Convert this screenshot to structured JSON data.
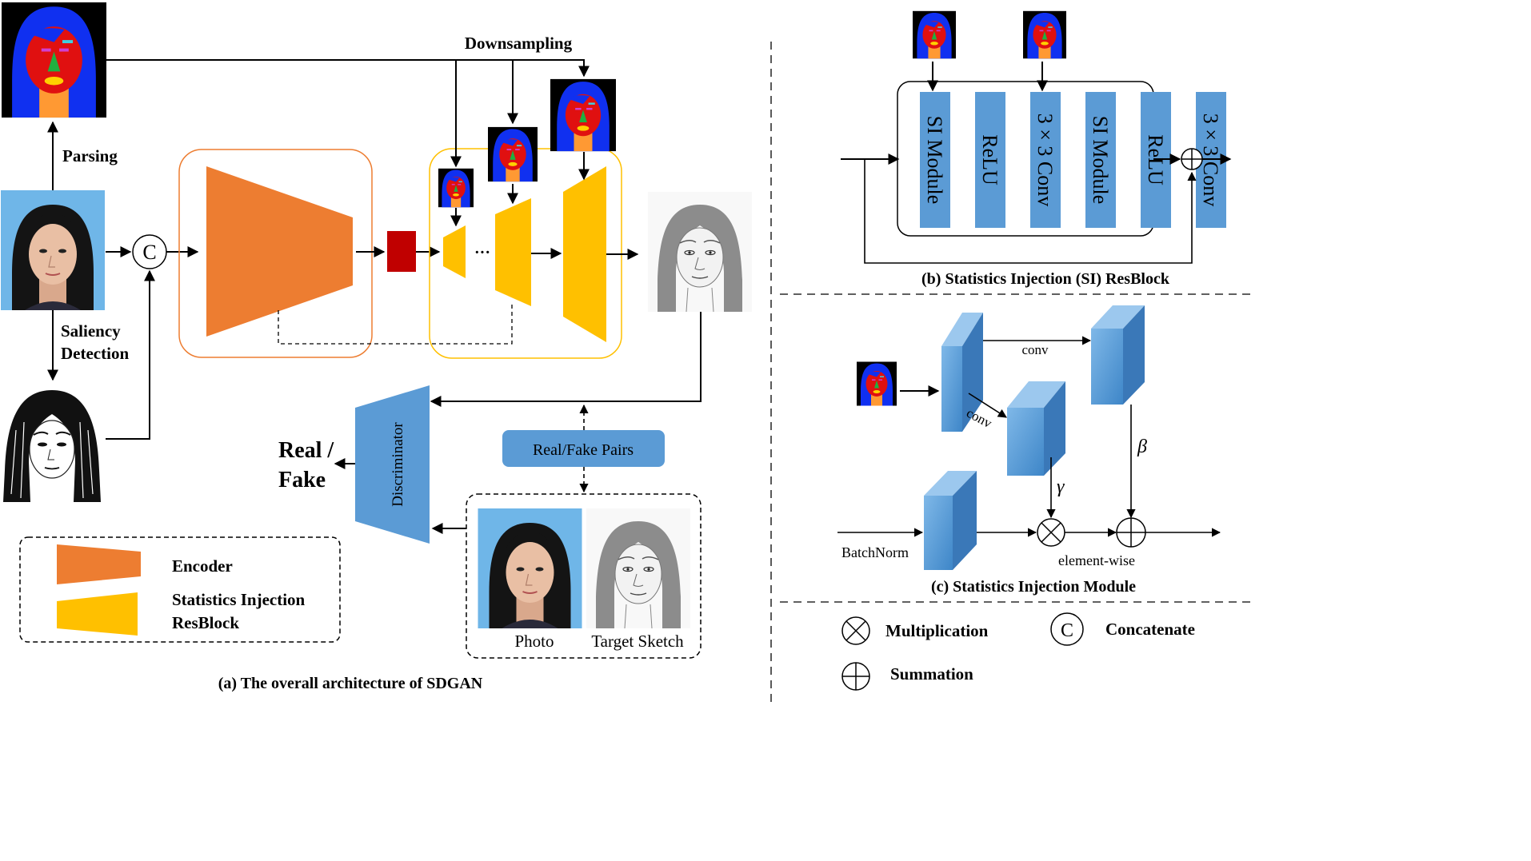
{
  "panel_a": {
    "caption": "(a) The overall architecture of SDGAN",
    "downsampling_label": "Downsampling",
    "parsing_label": "Parsing",
    "saliency_label_line1": "Saliency",
    "saliency_label_line2": "Detection",
    "concat_symbol": "C",
    "ellipsis": "···",
    "discriminator_label": "Discriminator",
    "real_fake_line1": "Real /",
    "real_fake_line2": "Fake",
    "pairs_label": "Real/Fake Pairs",
    "photo_label": "Photo",
    "target_sketch_label": "Target Sketch",
    "legend": {
      "encoder": "Encoder",
      "si_line1": "Statistics Injection",
      "si_line2": "ResBlock"
    }
  },
  "panel_b": {
    "caption": "(b) Statistics Injection (SI) ResBlock",
    "layers": [
      "SI Module",
      "ReLU",
      "3 × 3 Conv",
      "SI Module",
      "ReLU",
      "3 × 3 Conv"
    ]
  },
  "panel_c": {
    "caption": "(c) Statistics Injection Module",
    "conv_top": "conv",
    "conv_diag": "conv",
    "gamma": "γ",
    "beta": "β",
    "batchnorm": "BatchNorm",
    "elementwise": "element-wise"
  },
  "symbol_legend": {
    "multiplication": "Multiplication",
    "concatenate": "Concatenate",
    "summation": "Summation",
    "concat_symbol": "C"
  },
  "colors": {
    "encoder": "#ED7D31",
    "si_resblock": "#FFC000",
    "bottleneck": "#C00000",
    "blue_block": "#5B9BD5",
    "parsing_bg": "#000000",
    "parsing_hair": "#1030F0",
    "parsing_face": "#E01010",
    "parsing_neck": "#FF9933",
    "parsing_nose": "#20B040",
    "parsing_lips": "#FFD000",
    "photo_bg": "#6FB6E8"
  }
}
